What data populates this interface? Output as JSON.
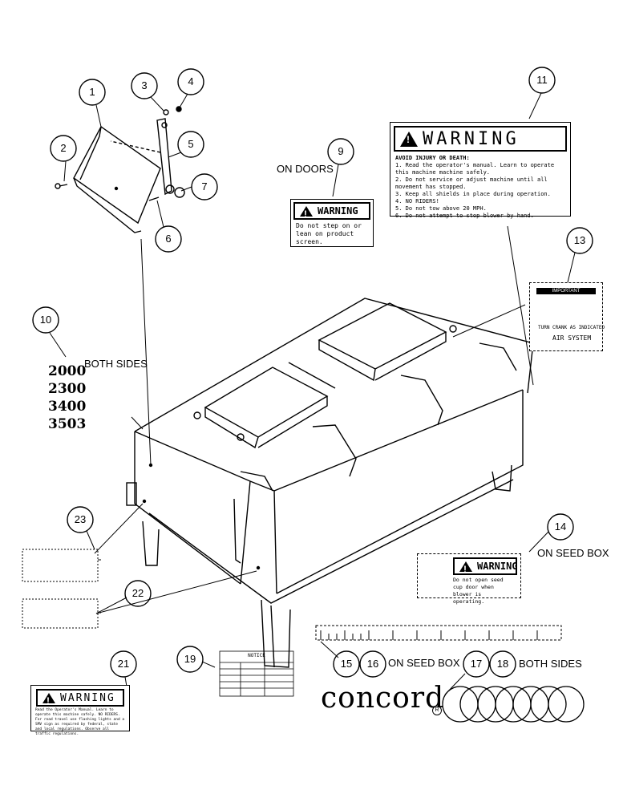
{
  "callouts": [
    "1",
    "2",
    "3",
    "4",
    "5",
    "6",
    "7",
    "9",
    "10",
    "11",
    "13",
    "14",
    "15",
    "16",
    "17",
    "18",
    "19",
    "21",
    "22",
    "23"
  ],
  "notes": {
    "on_doors": "ON DOORS",
    "both_sides_10": "BOTH SIDES",
    "on_seed_box_14": "ON SEED BOX",
    "on_seed_box_15": "ON SEED BOX",
    "both_sides_17": "BOTH SIDES"
  },
  "models": [
    "2000",
    "2300",
    "3400",
    "3503"
  ],
  "decals": {
    "d11": {
      "title": "WARNING",
      "heading": "AVOID INJURY OR DEATH:",
      "lines": [
        "1. Read the operator's manual. Learn to operate this machine machine safely.",
        "2. Do not service or adjust machine until all movement has stopped.",
        "3. Keep all shields in place during operation.",
        "4. NO RIDERS!",
        "5. Do not tow above 20 MPH.",
        "6. Do not attempt to stop blower by hand."
      ]
    },
    "d9": {
      "title": "WARNING",
      "text": "Do not step on or lean on product screen."
    },
    "d13": {
      "heading": "IMPORTANT",
      "caption": "TURN CRANK AS INDICATED",
      "footer": "AIR SYSTEM"
    },
    "d14": {
      "title": "WARNING",
      "text": "Do not open seed cup door when blower is operating."
    },
    "d19": {
      "title": "NOTICE"
    },
    "d21": {
      "title": "WARNING",
      "text": "Read the Operator's Manual. Learn to operate this machine safely. NO RIDERS. For road travel use flashing lights and a SMV sign as required by federal, state and local regulations. Observe all traffic regulations."
    }
  },
  "brand": {
    "name": "concord",
    "mark": "R"
  }
}
